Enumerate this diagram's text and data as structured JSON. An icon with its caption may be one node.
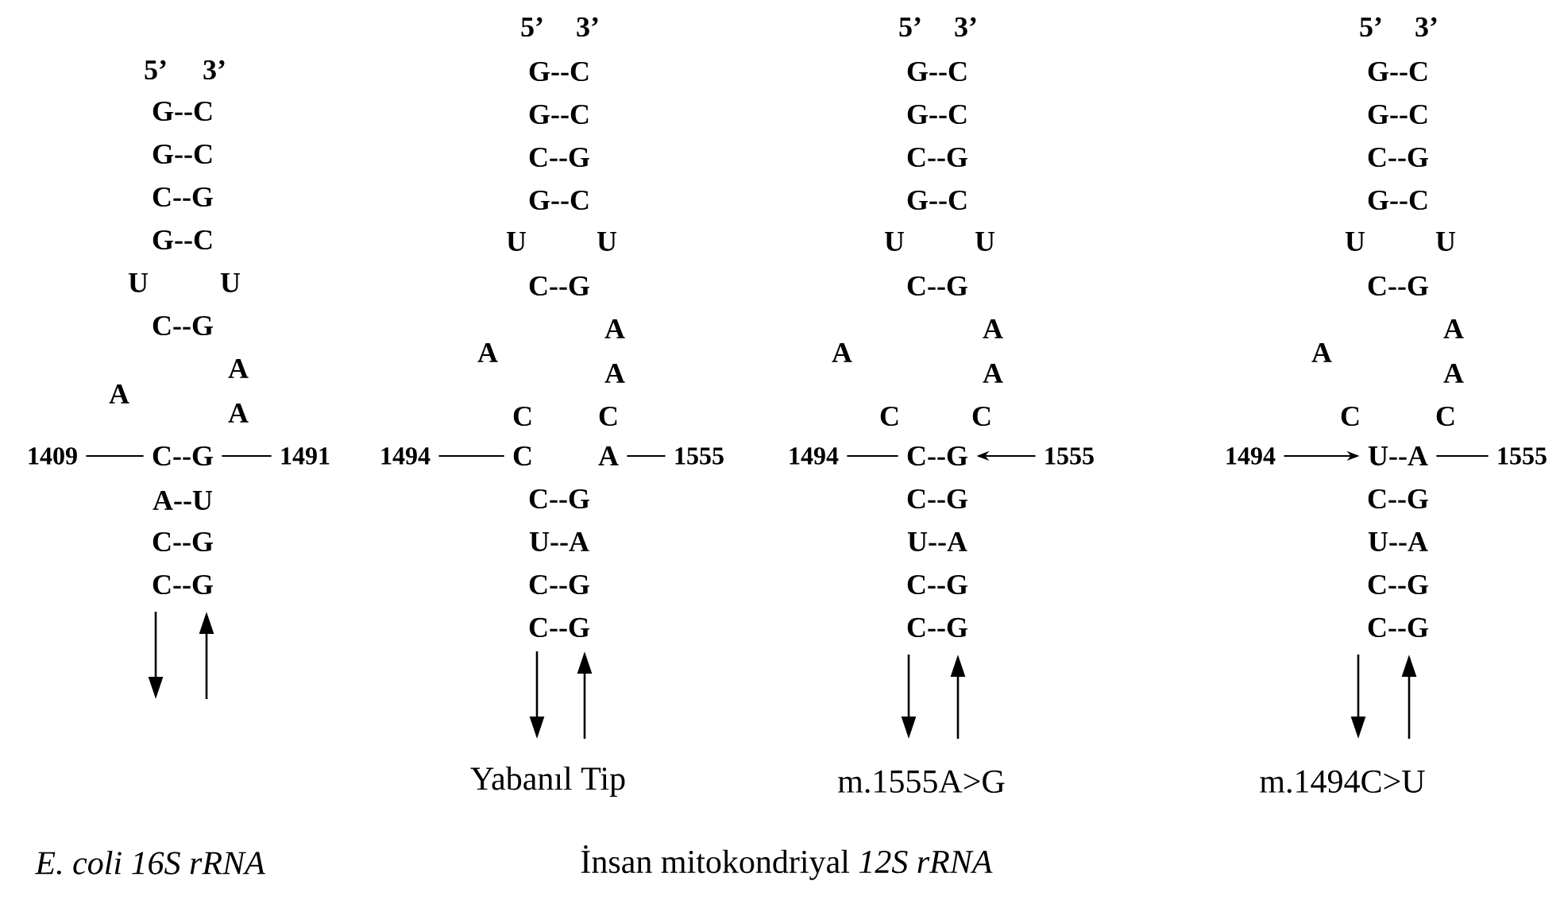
{
  "diagram": {
    "nodes": [
      {
        "text": [
          "1409"
        ]
      },
      {
        "text": [
          "C--G"
        ]
      },
      {
        "text": [
          "1491"
        ]
      },
      {
        "text": [
          "1494"
        ]
      },
      {
        "text": [
          "C"
        ]
      },
      {
        "text": [
          "A"
        ]
      },
      {
        "text": [
          "1555"
        ]
      },
      {
        "text": [
          "1494"
        ]
      },
      {
        "text": [
          "C--G"
        ]
      },
      {
        "text": [
          "1555"
        ]
      },
      {
        "text": [
          "1494"
        ]
      },
      {
        "text": [
          "U--A"
        ]
      },
      {
        "text": [
          "1555"
        ]
      }
    ],
    "edges": [
      {
        "from": 0,
        "to": 1,
        "arrow": "none"
      },
      {
        "from": 1,
        "to": 2,
        "arrow": "none"
      },
      {
        "from": 3,
        "to": 4,
        "arrow": "none"
      },
      {
        "from": 5,
        "to": 6,
        "arrow": "none"
      },
      {
        "from": 7,
        "to": 8,
        "arrow": "none"
      },
      {
        "from": 9,
        "to": 8,
        "arrow": "to"
      },
      {
        "from": 10,
        "to": 11,
        "arrow": "to"
      },
      {
        "from": 11,
        "to": 12,
        "arrow": "none"
      }
    ],
    "labels": [
      "5’",
      "3’",
      "G--C",
      "G--C",
      "C--G",
      "G--C",
      "U",
      "U",
      "C--G",
      "A",
      "A",
      "A",
      "A--U",
      "C--G",
      "C--G",
      "5’",
      "3’",
      "G--C",
      "G--C",
      "C--G",
      "G--C",
      "U",
      "U",
      "C--G",
      "A",
      "A",
      "A",
      "C",
      "C",
      "C--G",
      "U--A",
      "C--G",
      "C--G",
      "5’",
      "3’",
      "G--C",
      "G--C",
      "C--G",
      "G--C",
      "U",
      "U",
      "C--G",
      "A",
      "A",
      "A",
      "C",
      "C",
      "C--G",
      "U--A",
      "C--G",
      "C--G",
      "5’",
      "3’",
      "G--C",
      "G--C",
      "C--G",
      "G--C",
      "U",
      "U",
      "C--G",
      "A",
      "A",
      "A",
      "C",
      "C",
      "C--G",
      "U--A",
      "C--G",
      "C--G",
      "Yabanıl Tip",
      "m.1555A>G",
      "m.1494C>U",
      "E. coli 16S rRNA",
      "İnsan mitokondriyal *12S rRNA*"
    ]
  }
}
